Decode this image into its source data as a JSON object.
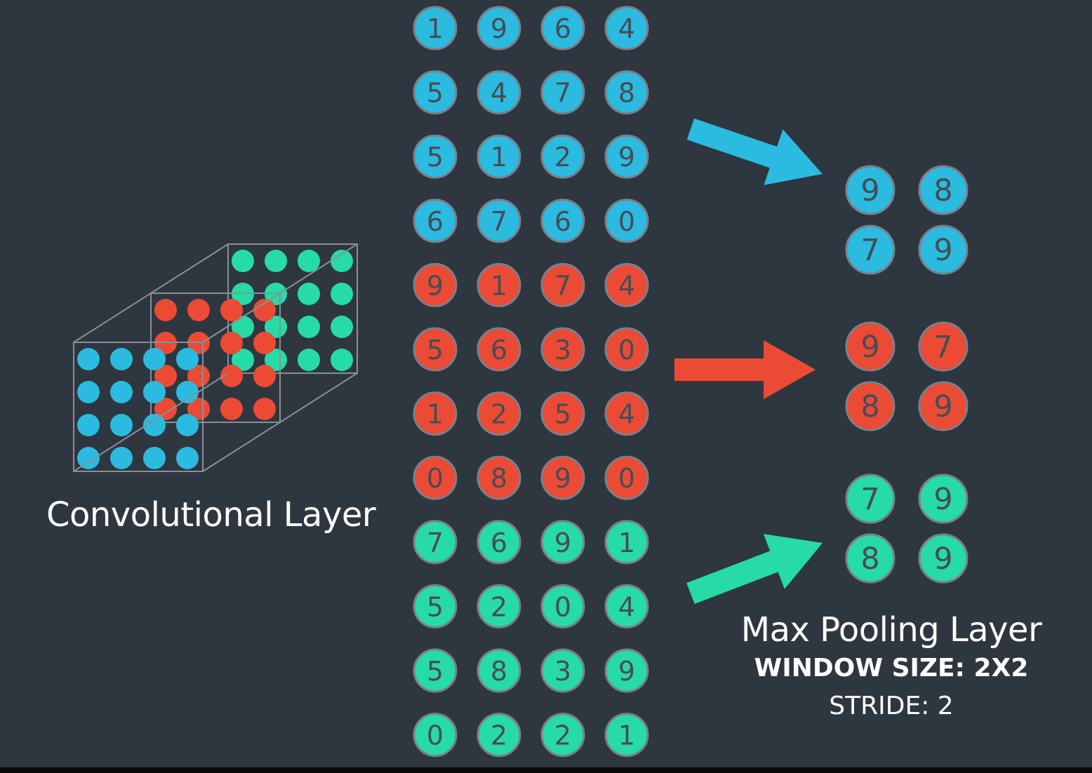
{
  "colors": {
    "background": "#2e3640",
    "blue": "#2bbbe0",
    "red": "#eb4b35",
    "green": "#27dba6",
    "digit": "#474d55",
    "ring": "#7a8088",
    "cube_edge": "#8a9096"
  },
  "labels": {
    "convolutional_layer": "Convolutional Layer",
    "max_pooling_layer": "Max Pooling Layer",
    "window_size": "WINDOW SIZE: 2X2",
    "stride": "STRIDE: 2"
  },
  "feature_maps": [
    {
      "name": "blue",
      "color": "#2bbbe0",
      "values": [
        [
          1,
          9,
          6,
          4
        ],
        [
          5,
          4,
          7,
          8
        ],
        [
          5,
          1,
          2,
          9
        ],
        [
          6,
          7,
          6,
          0
        ]
      ],
      "pooled": [
        [
          9,
          8
        ],
        [
          7,
          9
        ]
      ]
    },
    {
      "name": "red",
      "color": "#eb4b35",
      "values": [
        [
          9,
          1,
          7,
          4
        ],
        [
          5,
          6,
          3,
          0
        ],
        [
          1,
          2,
          5,
          4
        ],
        [
          0,
          8,
          9,
          0
        ]
      ],
      "pooled": [
        [
          9,
          7
        ],
        [
          8,
          9
        ]
      ]
    },
    {
      "name": "green",
      "color": "#27dba6",
      "values": [
        [
          7,
          6,
          9,
          1
        ],
        [
          5,
          2,
          0,
          4
        ],
        [
          5,
          8,
          3,
          9
        ],
        [
          0,
          2,
          2,
          1
        ]
      ],
      "pooled": [
        [
          7,
          9
        ],
        [
          8,
          9
        ]
      ]
    }
  ],
  "pooling": {
    "window_size": 2,
    "stride": 2
  }
}
